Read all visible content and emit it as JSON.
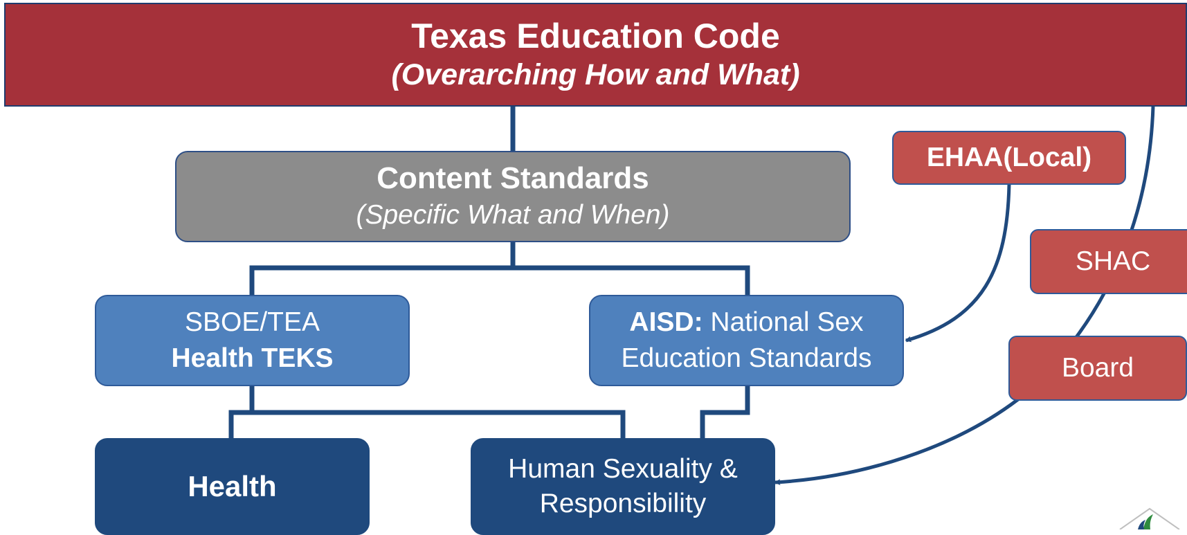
{
  "colors": {
    "banner": "#a5313a",
    "content_standards": "#8c8c8c",
    "standards_boxes": "#4f81bd",
    "strand_boxes": "#1f497d",
    "side_boxes": "#c0504d",
    "connectors": "#1f497d"
  },
  "banner": {
    "title": "Texas Education Code",
    "subtitle": "(Overarching How and What)"
  },
  "content_standards": {
    "title": "Content Standards",
    "subtitle": "(Specific What and When)"
  },
  "sboe": {
    "line1": "SBOE/TEA",
    "line2": "Health TEKS"
  },
  "aisd": {
    "bold": "AISD:",
    "rest": " National Sex",
    "line2": "Education Standards"
  },
  "health": {
    "label": "Health"
  },
  "hsr": {
    "line1": "Human Sexuality &",
    "line2": "Responsibility"
  },
  "ehaa": {
    "label": "EHAA(Local)"
  },
  "shac": {
    "label": "SHAC"
  },
  "board": {
    "label": "Board"
  },
  "logo": {
    "icon": "district-logo-icon"
  }
}
